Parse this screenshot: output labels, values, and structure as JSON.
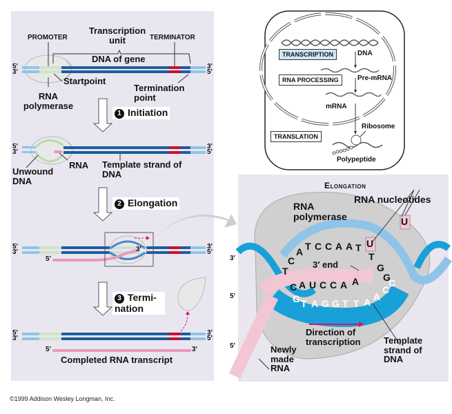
{
  "figure": {
    "copyright": "©1999 Addison Wesley Longman, Inc.",
    "colors": {
      "panel_bg": "#e9e6f0",
      "dna_dark": "#1f5c9e",
      "dna_light": "#8fc4e8",
      "promoter": "#cfe3c8",
      "terminator": "#c8102e",
      "rna": "#e89ab8",
      "polymerase": "#e6e6e6",
      "arrow_magenta": "#d1156f"
    }
  },
  "left": {
    "stage0": {
      "promoter": "PROMOTER",
      "transcription_unit": "Transcription unit",
      "terminator": "TERMINATOR",
      "dna_of_gene": "DNA of gene",
      "startpoint": "Startpoint",
      "termination_point": "Termination point",
      "rna_polymerase": "RNA polymerase",
      "end_top_left": "5'",
      "end_bottom_left": "3'",
      "end_top_right": "3'",
      "end_bottom_right": "5'"
    },
    "steps": [
      {
        "number": "1",
        "label": "Initiation"
      },
      {
        "number": "2",
        "label": "Elongation"
      },
      {
        "number": "3",
        "label": "Termi-nation"
      }
    ],
    "stage1": {
      "unwound_dna": "Unwound DNA",
      "rna": "RNA",
      "template_strand": "Template strand of DNA"
    },
    "stage2": {
      "rna_5prime": "5'",
      "rna_3prime": "3'"
    },
    "stage3": {
      "rna_5prime": "5'",
      "rna_3prime": "3'",
      "completed": "Completed RNA transcript"
    }
  },
  "overview": {
    "transcription": "TRANSCRIPTION",
    "rna_processing": "RNA PROCESSING",
    "translation": "TRANSLATION",
    "dna": "DNA",
    "pre_mrna": "Pre-mRNA",
    "mrna": "mRNA",
    "ribosome": "Ribosome",
    "polypeptide": "Polypeptide"
  },
  "elongation": {
    "title": "Elongation",
    "rna_polymerase": "RNA polymerase",
    "rna_nucleotides": "RNA nucleotides",
    "three_prime_end": "3′ end",
    "direction": "Direction of transcription",
    "template_strand": "Template strand of DNA",
    "newly_made_rna": "Newly made RNA",
    "end_3_top": "3'",
    "end_5_mid": "5'",
    "end_5_bottom": "5'",
    "nontemplate_bases": [
      "T",
      "C",
      "A",
      "T",
      "C",
      "C",
      "A",
      "A",
      "T",
      "T",
      "G",
      "G"
    ],
    "rna_bases": [
      "C",
      "A",
      "U",
      "C",
      "C",
      "A",
      "A"
    ],
    "free_nucleotides": [
      "U",
      "U"
    ],
    "template_bases": [
      "G",
      "T",
      "A",
      "G",
      "G",
      "T",
      "T",
      "A",
      "A",
      "C",
      "C"
    ]
  }
}
